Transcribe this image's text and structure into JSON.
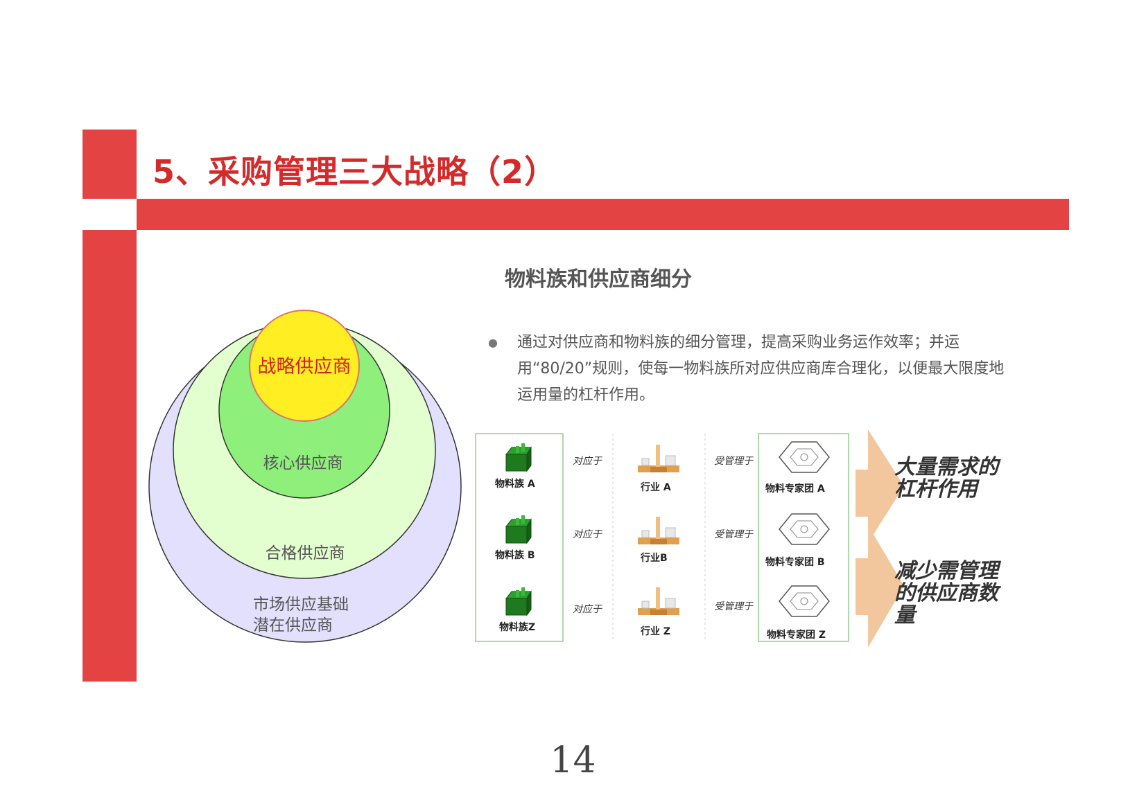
{
  "title": "5、采购管理三大战略（2）",
  "subheading": "物料族和供应商细分",
  "bullet": {
    "text": "通过对供应商和物料族的细分管理，提高采购业务运作效率；并运用“80/20”规则，使每一物料族所对应供应商库合理化，以便最大限度地运用量的杠杆作用。"
  },
  "circles": {
    "strategic": "战略供应商",
    "core": "核心供应商",
    "qualified": "合格供应商",
    "market_line1": "市场供应基础",
    "market_line2": "潜在供应商"
  },
  "flow": {
    "rows": [
      {
        "material": "物料族 A",
        "link1": "对应于",
        "industry": "行业 A",
        "link2": "受管理于",
        "team": "物料专家团 A"
      },
      {
        "material": "物料族 B",
        "link1": "对应于",
        "industry": "行业B",
        "link2": "受管理于",
        "team": "物料专家团 B"
      },
      {
        "material": "物料族Z",
        "link1": "对应于",
        "industry": "行业 Z",
        "link2": "受管理于",
        "team": "物料专家团 Z"
      }
    ],
    "result1_line1": "大量需求的",
    "result1_line2": "杠杆作用",
    "result2_line1": "减少需管理",
    "result2_line2": "的供应商数",
    "result2_line3": "量"
  },
  "page_number": "14",
  "colors": {
    "accent_red": "#e44343",
    "title_red": "#d42a2a",
    "strategic_fill": "#ffee22",
    "core_fill": "#8ef07a",
    "qualified_fill": "#e3ffd0",
    "market_fill": "#e2e0fc",
    "arrow_fill": "#f2c79e"
  }
}
